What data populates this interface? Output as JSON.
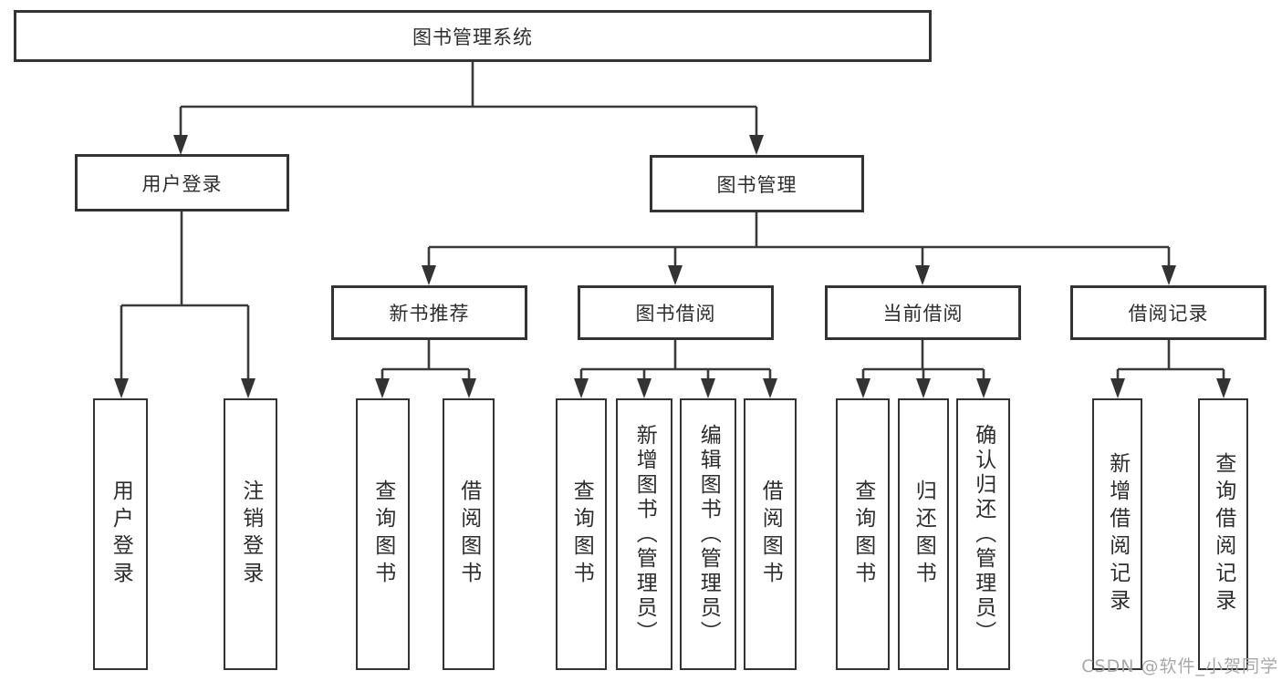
{
  "diagram": {
    "root": {
      "label": "图书管理系统"
    },
    "level2": [
      {
        "label": "用户登录"
      },
      {
        "label": "图书管理"
      }
    ],
    "level3": [
      {
        "label": "新书推荐",
        "parent": "图书管理"
      },
      {
        "label": "图书借阅",
        "parent": "图书管理"
      },
      {
        "label": "当前借阅",
        "parent": "图书管理"
      },
      {
        "label": "借阅记录",
        "parent": "图书管理"
      }
    ],
    "leaves": [
      {
        "label": "用户登录",
        "parent": "用户登录"
      },
      {
        "label": "注销登录",
        "parent": "用户登录"
      },
      {
        "label": "查询图书",
        "parent": "新书推荐"
      },
      {
        "label": "借阅图书",
        "parent": "新书推荐"
      },
      {
        "label": "查询图书",
        "parent": "图书借阅"
      },
      {
        "label": "新增图书（管理员）",
        "parent": "图书借阅"
      },
      {
        "label": "编辑图书（管理员）",
        "parent": "图书借阅"
      },
      {
        "label": "借阅图书",
        "parent": "图书借阅"
      },
      {
        "label": "查询图书",
        "parent": "当前借阅"
      },
      {
        "label": "归还图书",
        "parent": "当前借阅"
      },
      {
        "label": "确认归还（管理员）",
        "parent": "当前借阅"
      },
      {
        "label": "新增借阅记录",
        "parent": "借阅记录"
      },
      {
        "label": "查询借阅记录",
        "parent": "借阅记录"
      }
    ]
  },
  "watermark": {
    "text": "CSDN @软件_小贺同学"
  },
  "colors": {
    "line": "#3a3a3a",
    "box_border": "#333333",
    "text": "#2d2d2d",
    "watermark": "#a8a8a8",
    "background": "#ffffff"
  }
}
